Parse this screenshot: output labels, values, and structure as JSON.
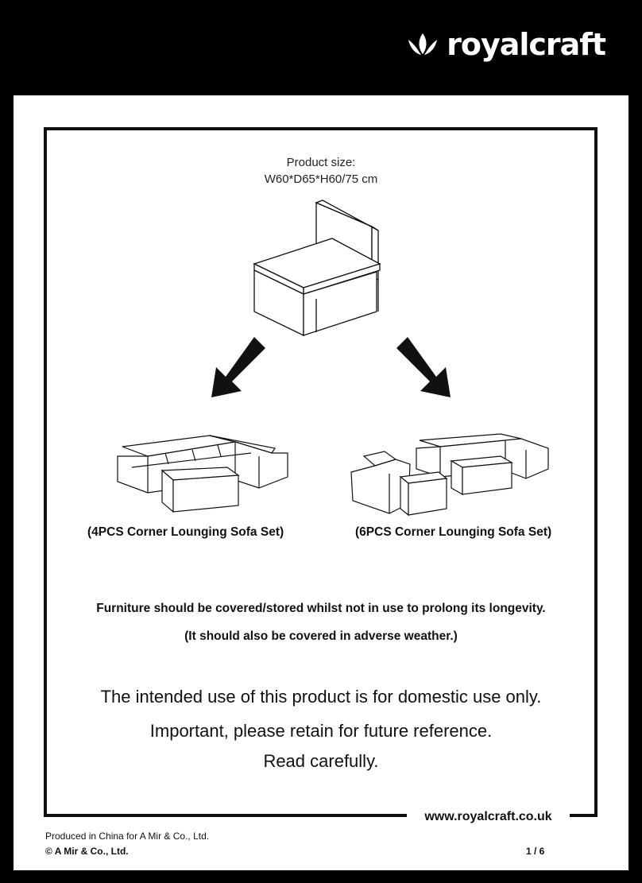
{
  "brand": {
    "name": "royalcraft"
  },
  "product": {
    "size_label": "Product size:",
    "size_value": "W60*D65*H60/75 cm"
  },
  "variants": [
    {
      "caption": "(4PCS Corner Lounging Sofa Set)"
    },
    {
      "caption": "(6PCS Corner Lounging Sofa Set)"
    }
  ],
  "notes": {
    "cover": "Furniture should be covered/stored whilst not in use to prolong its longevity.",
    "weather": "(It should also be covered in adverse weather.)"
  },
  "statements": {
    "use": "The intended use of this product is for domestic use only.",
    "retain": "Important, please retain for future reference.",
    "read": "Read carefully."
  },
  "footer": {
    "website": "www.royalcraft.co.uk",
    "produced": "Produced in China for A Mir & Co., Ltd.",
    "copyright": "© A Mir & Co., Ltd.",
    "page": "1 / 6"
  },
  "icons": {
    "logo": "crown-leaf-icon",
    "arrow_left": "arrow-down-left-icon",
    "arrow_right": "arrow-down-right-icon"
  }
}
